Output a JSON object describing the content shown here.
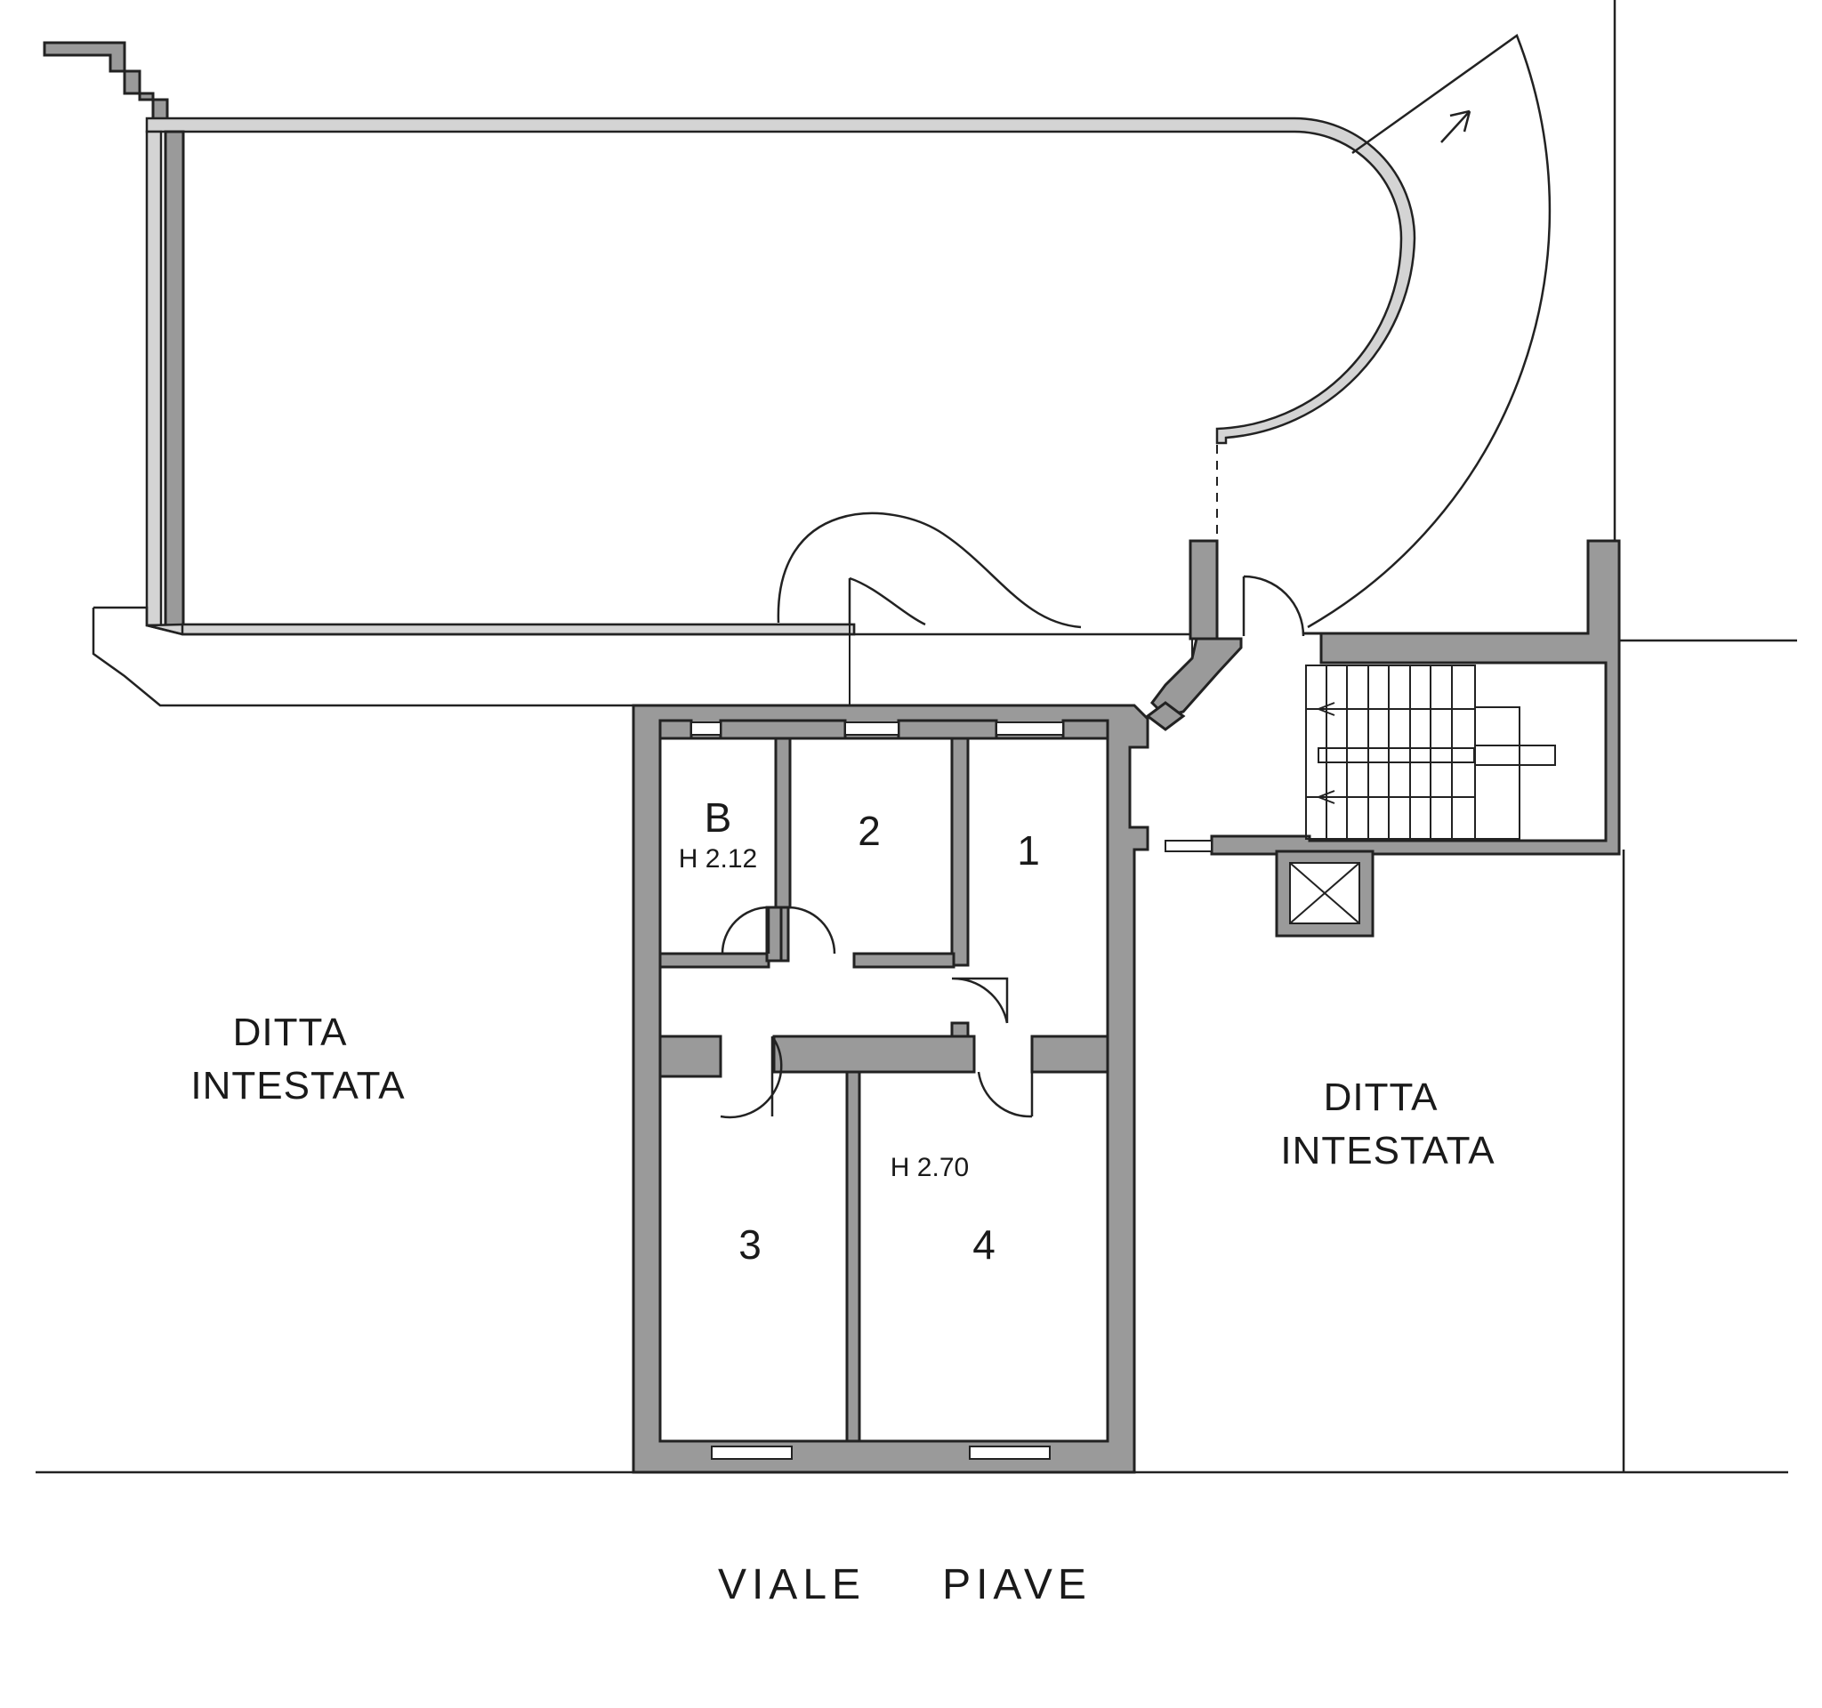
{
  "rooms": {
    "bath": {
      "letter": "B",
      "height": "H 2.12"
    },
    "room1": {
      "number": "1"
    },
    "room2": {
      "number": "2"
    },
    "room3": {
      "number": "3"
    },
    "room4": {
      "number": "4",
      "height": "H 2.70"
    }
  },
  "areas": {
    "left": {
      "line1": "DITTA",
      "line2": "INTESTATA"
    },
    "right": {
      "line1": "DITTA",
      "line2": "INTESTATA"
    }
  },
  "street": {
    "word1": "VIALE",
    "word2": "PIAVE"
  },
  "colors": {
    "wall_fill": "#9a9a9a",
    "line": "#222222",
    "background": "#ffffff"
  }
}
